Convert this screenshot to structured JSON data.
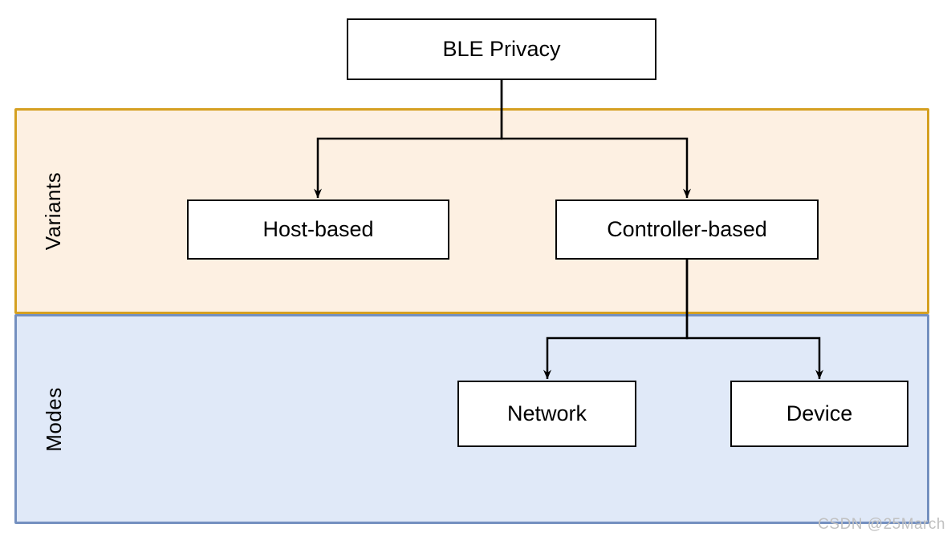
{
  "nodes": {
    "root": {
      "label": "BLE Privacy"
    },
    "host": {
      "label": "Host-based"
    },
    "controller": {
      "label": "Controller-based"
    },
    "network": {
      "label": "Network"
    },
    "device": {
      "label": "Device"
    }
  },
  "bands": {
    "variants": {
      "label": "Variants",
      "fill": "#fdf0e2",
      "stroke": "#d5a021"
    },
    "modes": {
      "label": "Modes",
      "fill": "#e0e9f8",
      "stroke": "#7490c0"
    }
  },
  "edges": [
    {
      "from": "BLE Privacy",
      "to": "Host-based"
    },
    {
      "from": "BLE Privacy",
      "to": "Controller-based"
    },
    {
      "from": "Controller-based",
      "to": "Network"
    },
    {
      "from": "Controller-based",
      "to": "Device"
    }
  ],
  "node_style": {
    "fill": "#ffffff",
    "stroke": "#000000"
  },
  "edge_color": "#000000",
  "watermark": {
    "text": "CSDN @25March",
    "color": "#c1c1c1"
  }
}
